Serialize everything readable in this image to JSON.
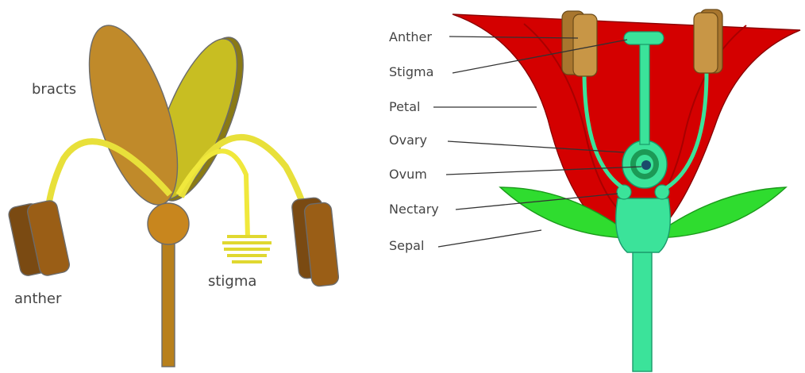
{
  "left_diagram": {
    "labels": {
      "bracts": "bracts",
      "anther": "anther",
      "stigma": "stigma"
    },
    "colors": {
      "bract_dark": "#c08a2a",
      "bract_light": "#c8be22",
      "filament": "#f0e83c",
      "anther": "#7a4a12",
      "stalk": "#b8801c"
    }
  },
  "right_diagram": {
    "labels": {
      "anther": "Anther",
      "stigma": "Stigma",
      "petal": "Petal",
      "ovary": "Ovary",
      "ovum": "Ovum",
      "nectary": "Nectary",
      "sepal": "Sepal"
    },
    "colors": {
      "petal": "#d40000",
      "petal_dark": "#b30000",
      "pistil": "#3be39a",
      "sepal": "#2fdc2f",
      "anther": "#c89646",
      "ovum": "#1a6b4a"
    }
  }
}
